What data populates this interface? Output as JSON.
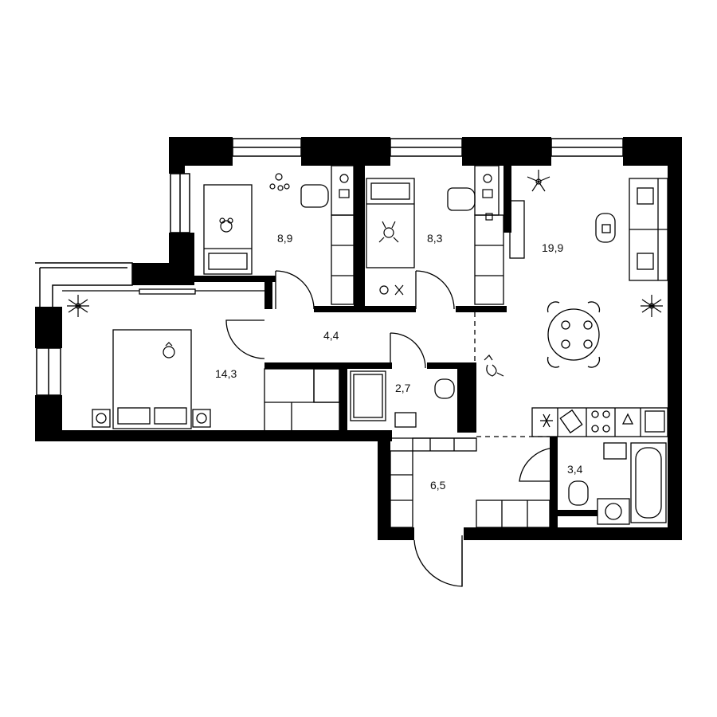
{
  "colors": {
    "wall": "#000000",
    "background": "#ffffff",
    "line": "#000000",
    "window": "#ffffff"
  },
  "rooms": [
    {
      "id": "bedroom-1",
      "area_label": "8,9"
    },
    {
      "id": "bedroom-2",
      "area_label": "8,3"
    },
    {
      "id": "living-kitchen",
      "area_label": "19,9"
    },
    {
      "id": "master-bedroom",
      "area_label": "14,3"
    },
    {
      "id": "corridor",
      "area_label": "4,4"
    },
    {
      "id": "bathroom-small",
      "area_label": "2,7"
    },
    {
      "id": "hall",
      "area_label": "6,5"
    },
    {
      "id": "bathroom",
      "area_label": "3,4"
    }
  ],
  "icons": [
    "plant-icon",
    "bed-icon",
    "teddy-bear-icon",
    "toy-icon",
    "chair-icon",
    "desk-icon",
    "sofa-icon",
    "dining-table-icon",
    "cat-icon",
    "stove-icon",
    "sink-icon",
    "toilet-icon",
    "bathtub-icon",
    "shower-icon",
    "washing-machine-icon"
  ]
}
